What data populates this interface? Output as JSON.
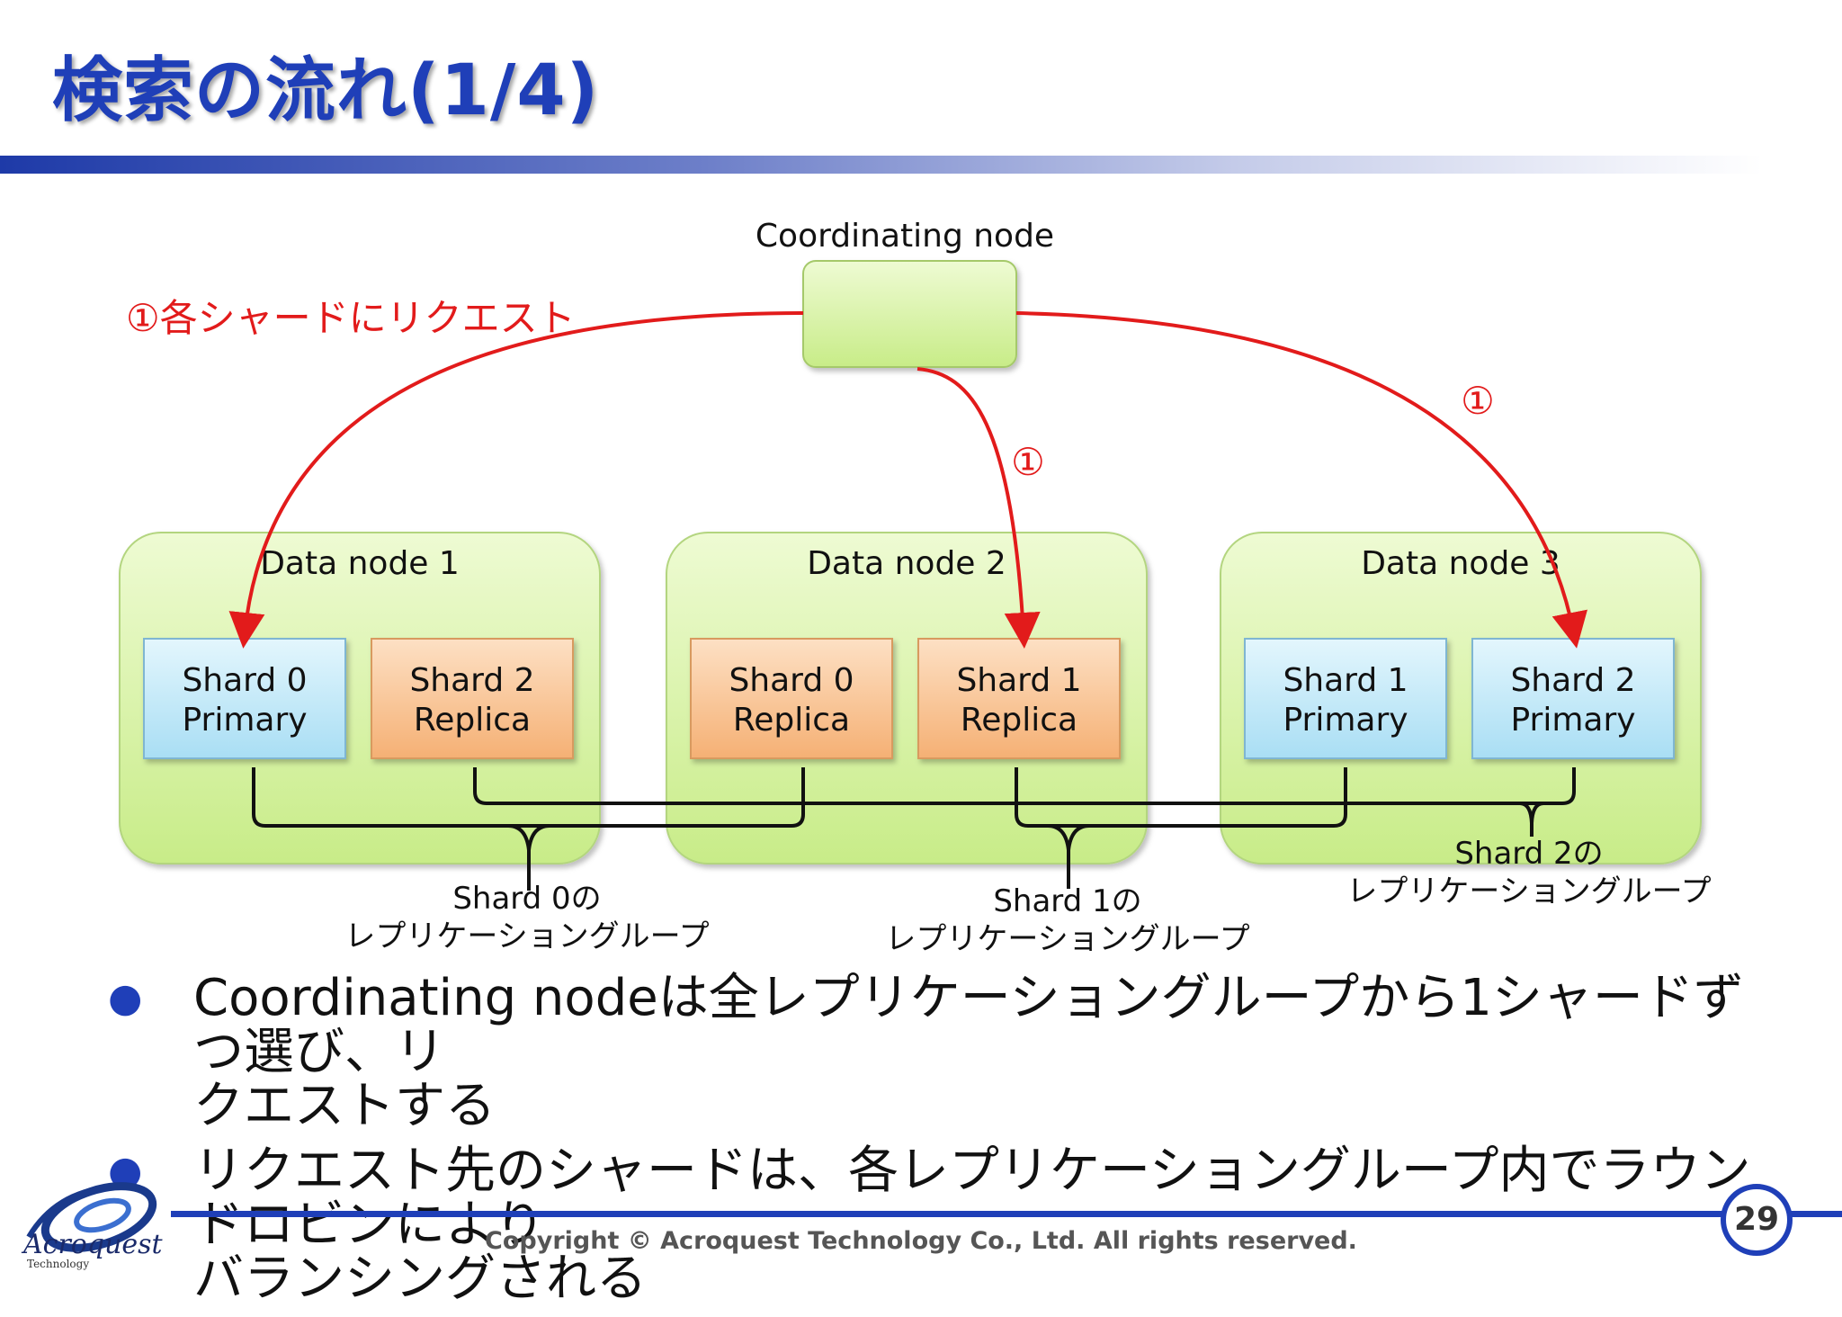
{
  "slide": {
    "title": "検索の流れ(1/4)",
    "page_number": "29",
    "copyright": "Copyright © Acroquest Technology Co., Ltd. All rights reserved.",
    "logo_text": "Acroquest",
    "logo_subtext": "Technology"
  },
  "diagram": {
    "coordinating_node_label": "Coordinating node",
    "request_label": "①各シャードにリクエスト",
    "step_marker": "①",
    "data_nodes": [
      {
        "label": "Data node 1",
        "shards": [
          {
            "name": "Shard 0",
            "role": "Primary",
            "kind": "primary"
          },
          {
            "name": "Shard 2",
            "role": "Replica",
            "kind": "replica"
          }
        ]
      },
      {
        "label": "Data node 2",
        "shards": [
          {
            "name": "Shard 0",
            "role": "Replica",
            "kind": "replica"
          },
          {
            "name": "Shard 1",
            "role": "Replica",
            "kind": "replica"
          }
        ]
      },
      {
        "label": "Data node 3",
        "shards": [
          {
            "name": "Shard 1",
            "role": "Primary",
            "kind": "primary"
          },
          {
            "name": "Shard 2",
            "role": "Primary",
            "kind": "primary"
          }
        ]
      }
    ],
    "groups": [
      {
        "line1": "Shard 0の",
        "line2": "レプリケーショングループ"
      },
      {
        "line1": "Shard 1の",
        "line2": "レプリケーショングループ"
      },
      {
        "line1": "Shard 2の",
        "line2": "レプリケーショングループ"
      }
    ]
  },
  "bullets": [
    {
      "line1": "Coordinating nodeは全レプリケーショングループから1シャードずつ選び、リ",
      "line2": "クエストする"
    },
    {
      "line1": "リクエスト先のシャードは、各レプリケーショングループ内でラウンドロビンにより",
      "line2": "バランシングされる"
    }
  ],
  "colors": {
    "title": "#1f3fb8",
    "node_fill": "#d9f2a8",
    "primary_fill": "#c9ecf8",
    "replica_fill": "#f9c89c",
    "arrow": "#e21b1b"
  }
}
